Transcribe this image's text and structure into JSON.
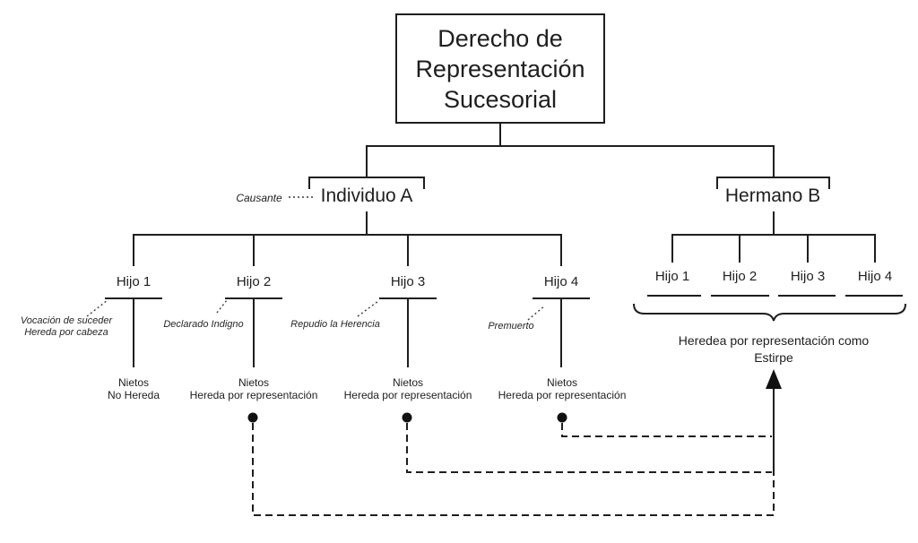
{
  "title": "Derecho de Representación Sucesorial",
  "causante_label": "Causante",
  "individuo_a": {
    "name": "Individuo A",
    "children": [
      {
        "name": "Hijo 1",
        "note1": "Vocación de suceder",
        "note2": "Hereda por cabeza",
        "outcome1": "Nietos",
        "outcome2": "No Hereda"
      },
      {
        "name": "Hijo 2",
        "note1": "Declarado Indigno",
        "outcome1": "Nietos",
        "outcome2": "Hereda por representación"
      },
      {
        "name": "Hijo 3",
        "note1": "Repudio la Herencia",
        "outcome1": "Nietos",
        "outcome2": "Hereda por representación"
      },
      {
        "name": "Hijo 4",
        "note1": "Premuerto",
        "outcome1": "Nietos",
        "outcome2": "Hereda por representación"
      }
    ]
  },
  "hermano_b": {
    "name": "Hermano B",
    "children": [
      {
        "name": "Hijo 1"
      },
      {
        "name": "Hijo 2"
      },
      {
        "name": "Hijo 3"
      },
      {
        "name": "Hijo 4"
      }
    ],
    "caption1": "Heredea por representación como",
    "caption2": "Estirpe"
  },
  "colors": {
    "line": "#1e1e1e",
    "text": "#1e1e1e",
    "background": "#ffffff"
  }
}
